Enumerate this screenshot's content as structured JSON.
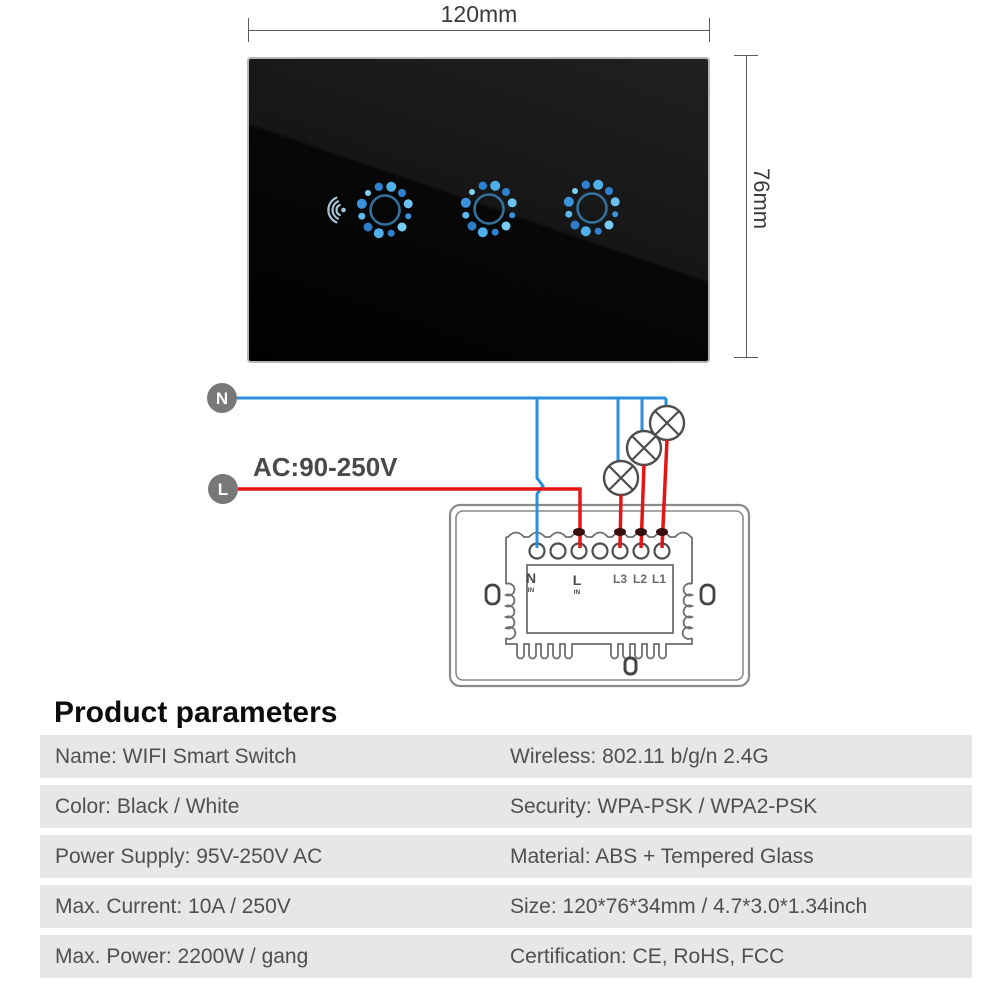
{
  "dimensions": {
    "width_label": "120mm",
    "height_label": "76mm"
  },
  "panel": {
    "touch_button_count": 3,
    "icons": [
      "wifi-icon",
      "touch-ring-icon",
      "touch-ring-icon",
      "touch-ring-icon"
    ]
  },
  "wiring": {
    "neutral_badge": "N",
    "live_badge": "L",
    "ac_label": "AC:90-250V",
    "switch_labels": {
      "n": "N",
      "n_sub": "IN",
      "l": "L",
      "l_sub": "IN",
      "l3": "L3",
      "l2": "L2",
      "l1": "L1"
    },
    "lamp_count": 3
  },
  "parameters": {
    "title": "Product parameters",
    "rows": [
      {
        "left": "Name: WIFI Smart Switch",
        "right": "Wireless: 802.11 b/g/n 2.4G"
      },
      {
        "left": "Color: Black / White",
        "right": "Security: WPA-PSK / WPA2-PSK"
      },
      {
        "left": "Power Supply: 95V-250V AC",
        "right": "Material: ABS + Tempered Glass"
      },
      {
        "left": "Max. Current: 10A / 250V",
        "right": "Size: 120*76*34mm / 4.7*3.0*1.34inch"
      },
      {
        "left": "Max. Power: 2200W / gang",
        "right": "Certification: CE, RoHS, FCC"
      }
    ]
  },
  "colors": {
    "neutral_wire": "#2b8fe0",
    "live_wire": "#e51515",
    "touch_accent": "#4fb0ea",
    "row_background": "#e7e7e7",
    "outline_gray": "#6f6f6f"
  }
}
